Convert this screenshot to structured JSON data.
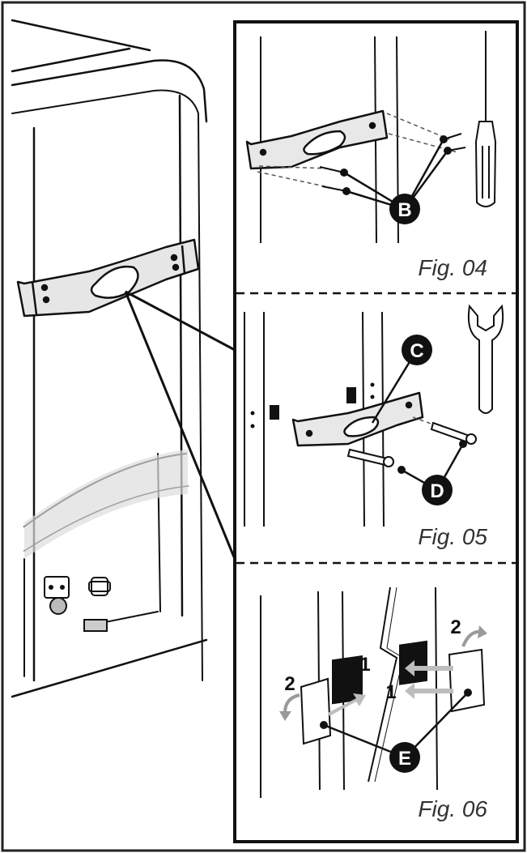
{
  "figures": [
    {
      "label": "Fig. 04",
      "callout": "B"
    },
    {
      "label": "Fig. 05",
      "callouts": [
        "C",
        "D"
      ]
    },
    {
      "label": "Fig. 06",
      "callout": "E",
      "steps": [
        "1",
        "1",
        "2",
        "2"
      ]
    }
  ],
  "icons": [
    "screwdriver-icon",
    "wrench-icon"
  ]
}
